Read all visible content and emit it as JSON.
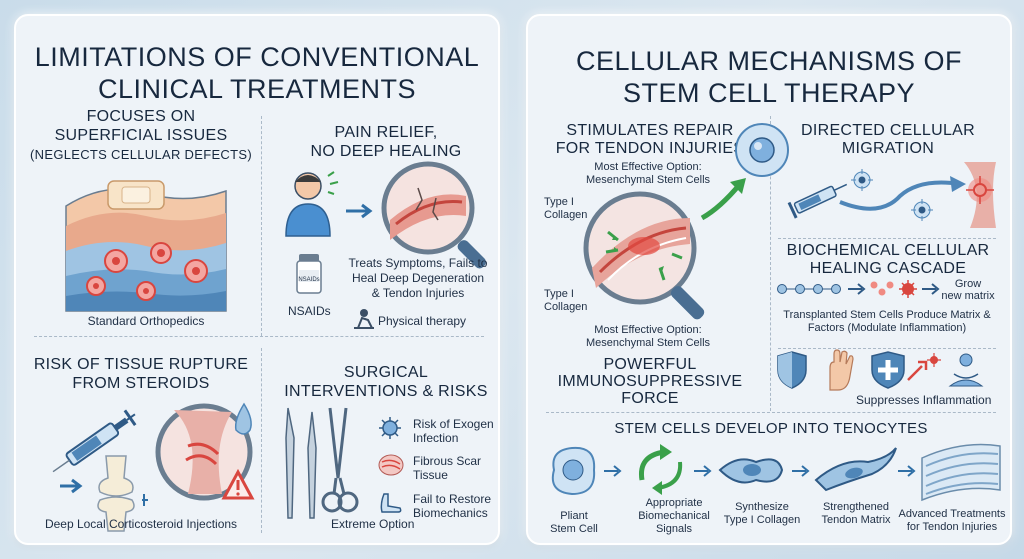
{
  "left": {
    "title_line1": "LIMITATIONS OF CONVENTIONAL",
    "title_line2": "CLINICAL TREATMENTS",
    "q1": {
      "heading_line1": "FOCUSES ON",
      "heading_line2": "SUPERFICIAL ISSUES",
      "heading_line3": "(NEGLECTS CELLULAR DEFECTS)",
      "caption": "Standard Orthopedics"
    },
    "q2": {
      "heading_line1": "PAIN RELIEF,",
      "heading_line2": "NO DEEP HEALING",
      "pill_label": "NSAIDs",
      "nsaids": "NSAIDs",
      "note_line1": "Treats Symptoms, Fails to",
      "note_line2": "Heal Deep Degeneration",
      "note_line3": "& Tendon Injuries",
      "therapy": "Physical therapy"
    },
    "q3": {
      "heading_line1": "RISK OF TISSUE RUPTURE",
      "heading_line2": "FROM STEROIDS",
      "caption": "Deep Local Corticosteroid Injections"
    },
    "q4": {
      "heading_line1": "SURGICAL",
      "heading_line2": "INTERVENTIONS & RISKS",
      "risk1_line1": "Risk of Exogen",
      "risk1_line2": "Infection",
      "risk2_line1": "Fibrous Scar",
      "risk2_line2": "Tissue",
      "risk3_line1": "Fail to Restore",
      "risk3_line2": "Biomechanics",
      "caption": "Extreme Option"
    }
  },
  "right": {
    "title_line1": "CELLULAR MECHANISMS OF",
    "title_line2": "STEM CELL THERAPY",
    "repair": {
      "heading_line1": "STIMULATES REPAIR",
      "heading_line2": "FOR TENDON INJURIES",
      "option_top_line1": "Most Effective Option:",
      "option_top_line2": "Mesenchymal Stem Cells",
      "collagen_top_line1": "Type I",
      "collagen_top_line2": "Collagen",
      "collagen_bottom_line1": "Type I",
      "collagen_bottom_line2": "Collagen",
      "option_bottom_line1": "Most Effective Option:",
      "option_bottom_line2": "Mesenchymal Stem Cells",
      "force_line1": "POWERFUL",
      "force_line2": "IMMUNOSUPPRESSIVE",
      "force_line3": "FORCE"
    },
    "migration": {
      "heading_line1": "DIRECTED CELLULAR",
      "heading_line2": "MIGRATION"
    },
    "cascade": {
      "heading_line1": "BIOCHEMICAL CELLULAR",
      "heading_line2": "HEALING CASCADE",
      "grow_line1": "Grow",
      "grow_line2": "new matrix",
      "note_line1": "Transplanted Stem Cells Produce Matrix &",
      "note_line2": "Factors (Modulate Inflammation)",
      "suppress": "Suppresses Inflammation"
    },
    "tenocytes": {
      "heading": "STEM CELLS DEVELOP INTO TENOCYTES",
      "steps": [
        {
          "line1": "Pliant",
          "line2": "Stem Cell",
          "line3": ""
        },
        {
          "line1": "Appropriate",
          "line2": "Biomechanical",
          "line3": "Signals"
        },
        {
          "line1": "Synthesize",
          "line2": "Type I Collagen",
          "line3": ""
        },
        {
          "line1": "Strengthened",
          "line2": "Tendon Matrix",
          "line3": ""
        },
        {
          "line1": "Advanced Treatments",
          "line2": "for Tendon Injuries",
          "line3": ""
        }
      ]
    }
  },
  "colors": {
    "accent_blue": "#2f6fa6",
    "tissue_red": "#d9463f",
    "arrow_green": "#3aa04a",
    "panel_bg": "#eef3f8"
  }
}
